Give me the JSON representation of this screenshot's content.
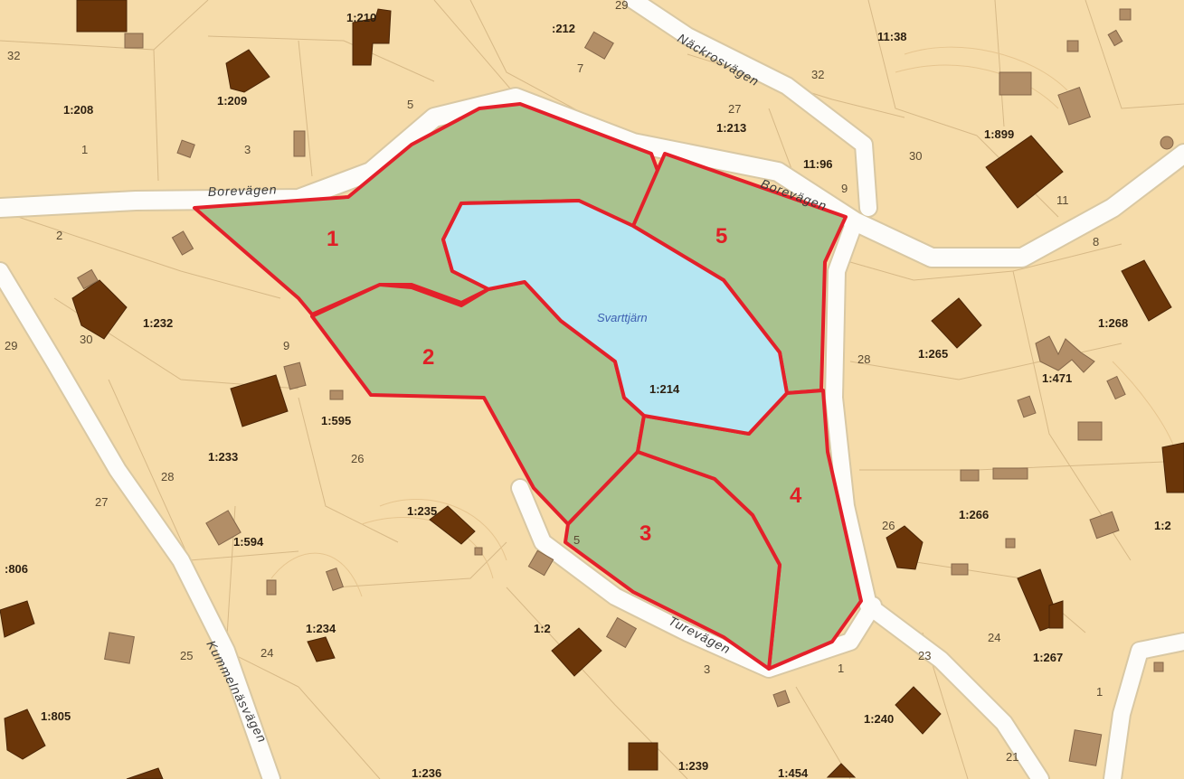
{
  "lake": {
    "name": "Svarttjärn",
    "parcel": "1:214"
  },
  "zones": [
    "1",
    "2",
    "3",
    "4",
    "5"
  ],
  "roads": {
    "borevagen": "Borevägen",
    "nackrosvagen": "Näckrosvägen",
    "turevagen": "Turevägen",
    "kummelnasvagen": "Kummelnäsvägen"
  },
  "parcels": [
    "1:210",
    ":212",
    "11:38",
    "1:209",
    "1:208",
    "1:213",
    "1:899",
    "11:96",
    "1:232",
    "1:268",
    "1:265",
    "1:471",
    "1:595",
    "1:233",
    "1:235",
    "1:266",
    "1:594",
    "1:2",
    ":806",
    "1:234",
    "1:267",
    "1:805",
    "1:240",
    "1:239",
    "1:454",
    "1:236",
    "1:2"
  ],
  "numbers": [
    "32",
    "29",
    "7",
    "5",
    "32",
    "1",
    "3",
    "27",
    "30",
    "9",
    "11",
    "2",
    "8",
    "29",
    "30",
    "9",
    "28",
    "28",
    "26",
    "27",
    "26",
    "5",
    "24",
    "25",
    "24",
    "23",
    "1",
    "3",
    "1",
    "21"
  ],
  "colors": {
    "land": "#f6dcaa",
    "park": "#a9c28e",
    "water": "#b5e6f2",
    "boundary": "#e4202a",
    "building": "#6b3609",
    "road": "#fdfcf9"
  }
}
